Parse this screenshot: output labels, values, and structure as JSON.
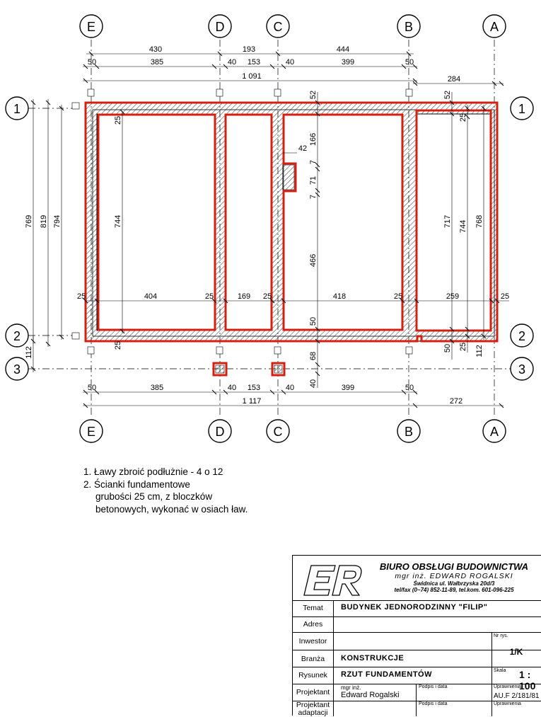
{
  "axes": {
    "columns": [
      "E",
      "D",
      "C",
      "B",
      "A"
    ],
    "rows": [
      "1",
      "2",
      "3"
    ]
  },
  "dims": {
    "top_row1": [
      "430",
      "193",
      "444"
    ],
    "top_row2": [
      "50",
      "385",
      "40",
      "153",
      "40",
      "399",
      "50"
    ],
    "top_total": "1 091",
    "top_right": "284",
    "left_verticals": [
      "769",
      "819",
      "794"
    ],
    "left_bottom": "112",
    "room_heights": [
      "744",
      "744"
    ],
    "wall_labels": [
      "25",
      "25",
      "25",
      "25",
      "25",
      "25",
      "25"
    ],
    "widths": [
      "404",
      "169",
      "418",
      "259"
    ],
    "c_column": [
      "52",
      "166",
      "7",
      "71",
      "7",
      "466",
      "50",
      "68",
      "40"
    ],
    "c_nib": "42",
    "a_column": [
      "52",
      "25",
      "717",
      "744",
      "768",
      "50",
      "25",
      "112"
    ],
    "bottom_row": [
      "50",
      "385",
      "40",
      "153",
      "40",
      "399",
      "50"
    ],
    "bottom_total": "1 117",
    "bottom_right": "272"
  },
  "notes": [
    "1. Ławy zbroić podłużnie - 4 o 12",
    "2. Ścianki fundamentowe",
    "grubości 25 cm, z bloczków",
    "betonowych, wykonać w osiach ław."
  ],
  "titleblock": {
    "logo": "ER",
    "company": "BIURO OBSŁUGI BUDOWNICTWA",
    "person": "mgr inż. EDWARD ROGALSKI",
    "address": "Świdnica ul. Wałbrzyska 20d/3",
    "contact": "tel/fax (0~74) 852-11-89, tel.kom. 601-096-225",
    "temat_label": "Temat",
    "temat": "BUDYNEK JEDNORODZINNY \"FILIP\"",
    "adres_label": "Adres",
    "inwestor_label": "Inwestor",
    "nr_rys_label": "Nr rys.",
    "nr_rys": "1/K",
    "branza_label": "Branża",
    "branza": "KONSTRUKCJE",
    "rysunek_label": "Rysunek",
    "rysunek": "RZUT FUNDAMENTÓW",
    "skala_label": "Skala",
    "skala": "1 : 100",
    "projektant_label": "Projektant",
    "projektant_title": "mgr inż.",
    "projektant_name": "Edward Rogalski",
    "podpis_label": "Podpis i data",
    "uprawnienia_label": "Uprawnienia",
    "uprawnienia": "AU.F 2/181/81",
    "adaptacja_label1": "Projektant",
    "adaptacja_label2": "adaptacji"
  }
}
